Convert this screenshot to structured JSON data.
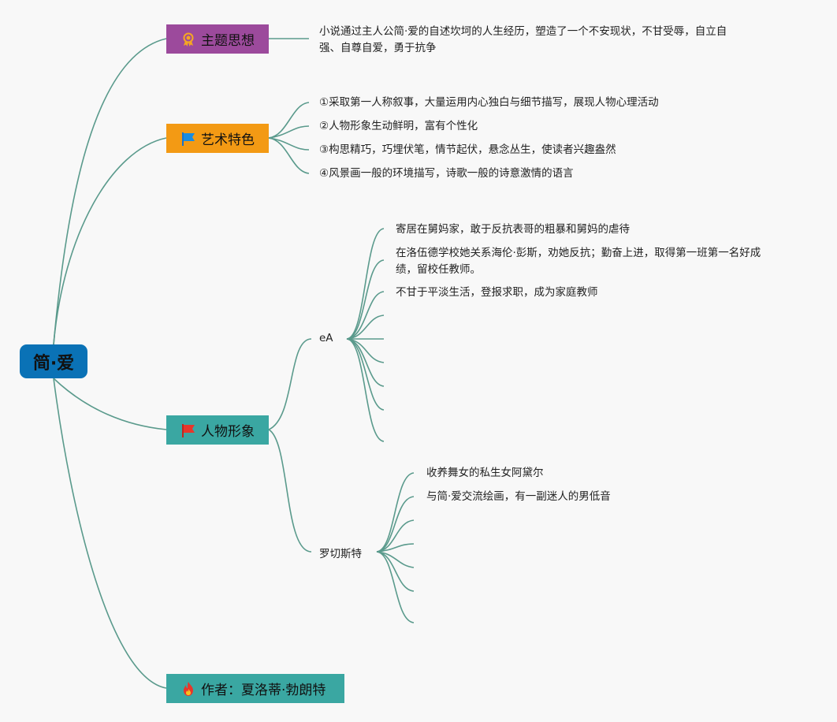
{
  "root": {
    "label": "简·爱"
  },
  "branches": {
    "theme": {
      "label": "主题思想",
      "icon": "medal-icon",
      "color": "#9c4a9c",
      "text": "小说通过主人公简·爱的自述坎坷的人生经历，塑造了一个不安现状，不甘受辱，自立自强、自尊自爱，勇于抗争"
    },
    "art": {
      "label": "艺术特色",
      "icon": "blue-flag-icon",
      "color": "#f39a14",
      "items": [
        "①采取第一人称叙事，大量运用内心独白与细节描写，展现人物心理活动",
        "②人物形象生动鲜明，富有个性化",
        "③构思精巧，巧埋伏笔，情节起伏，悬念丛生，使读者兴趣盎然",
        "④风景画一般的环境描写，诗歌一般的诗意激情的语言"
      ]
    },
    "characters": {
      "label": "人物形象",
      "icon": "red-flag-icon",
      "color": "#3aa7a2",
      "subs": [
        {
          "label": "eA",
          "items": [
            "寄居在舅妈家，敢于反抗表哥的粗暴和舅妈的虐待",
            "在洛伍德学校她关系海伦·彭斯，劝她反抗；勤奋上进，取得第一班第一名好成绩，留校任教师。",
            "不甘于平淡生活，登报求职，成为家庭教师"
          ]
        },
        {
          "label": "罗切斯特",
          "items": [
            "收养舞女的私生女阿黛尔",
            "与简·爱交流绘画，有一副迷人的男低音"
          ]
        }
      ]
    },
    "author": {
      "label": "作者：夏洛蒂·勃朗特",
      "icon": "fire-icon",
      "color": "#3aa7a2"
    }
  }
}
